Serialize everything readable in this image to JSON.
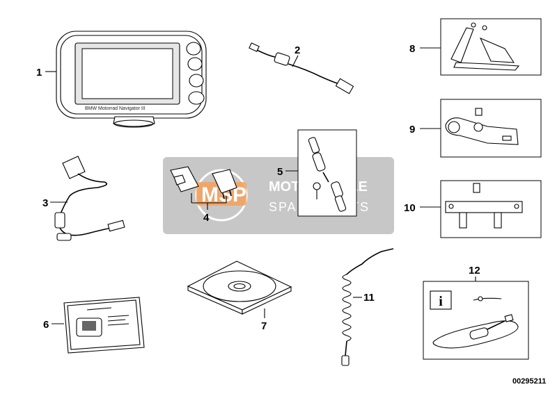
{
  "diagram": {
    "reference_number": "00295211",
    "callouts": [
      "1",
      "2",
      "3",
      "4",
      "5",
      "6",
      "7",
      "8",
      "9",
      "10",
      "11",
      "12"
    ],
    "device_text": "BMW Motorrad Navigator III",
    "device_buttons": [
      "",
      "",
      "",
      ""
    ]
  },
  "watermark": {
    "logo_text": "MSP",
    "line1": "MOTORCYCLE",
    "line2": "SPARE PARTS"
  },
  "colors": {
    "watermark_bg": "#bdbdbd",
    "watermark_accent": "#f5a05a"
  }
}
